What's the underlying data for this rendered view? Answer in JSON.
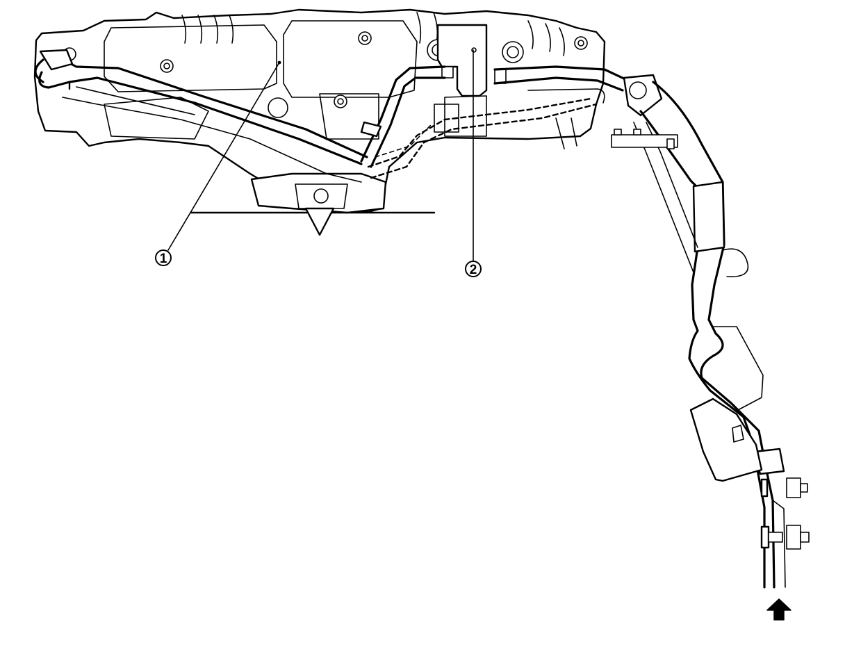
{
  "diagram": {
    "callouts": [
      {
        "id": "1",
        "label": "1"
      },
      {
        "id": "2",
        "label": "2"
      }
    ],
    "arrow": {
      "direction": "up",
      "color": "#000000"
    },
    "colors": {
      "ink": "#000000",
      "background": "#ffffff"
    }
  }
}
